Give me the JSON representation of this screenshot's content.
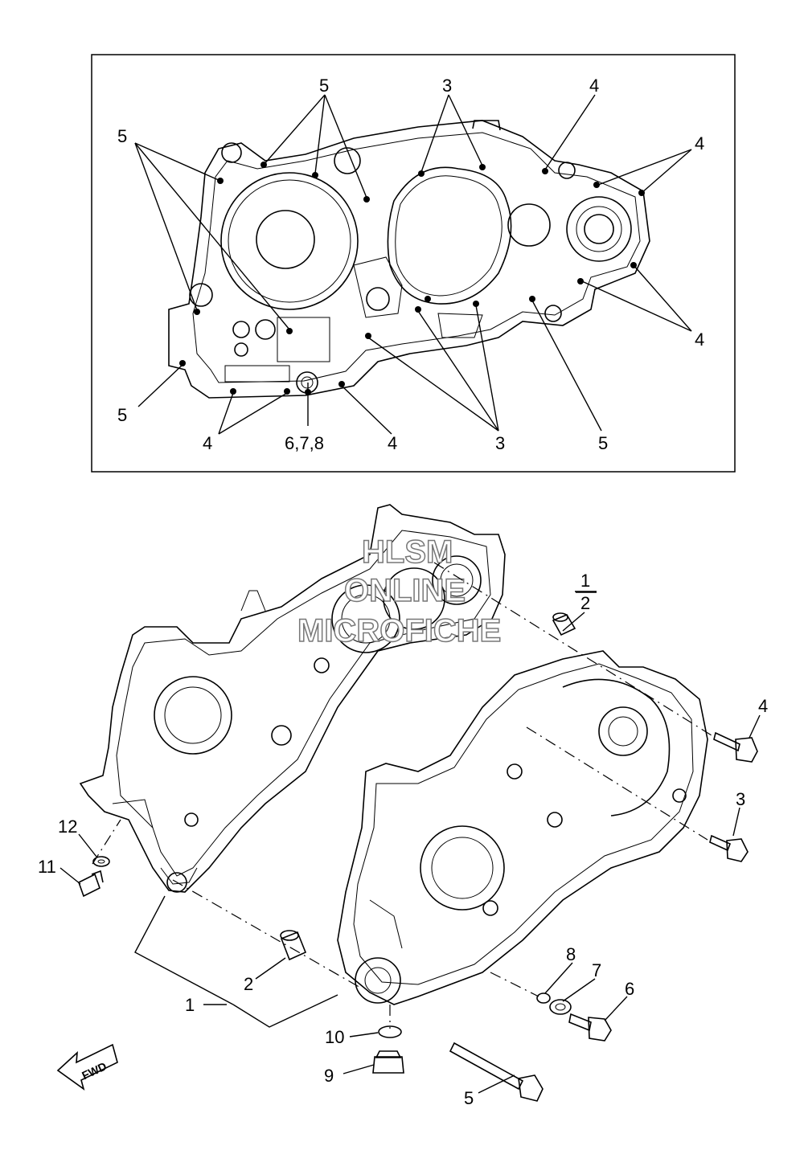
{
  "watermark": {
    "line1": "HLSM",
    "line2": "ONLINE",
    "line3": "MICROFICHE"
  },
  "fwd_arrow": {
    "text": "FWD"
  },
  "top_callouts": {
    "l5_top_center": "5",
    "l3_top": "3",
    "l4_top": "4",
    "l5_top_left": "5",
    "l4_right_top": "4",
    "l4_right_bottom": "4",
    "l5_left_bottom": "5",
    "l4_bottom_left": "4",
    "l678": "6,7,8",
    "l4_bottom_mid": "4",
    "l3_bottom": "3",
    "l5_bottom_right": "5"
  },
  "bottom_callouts": {
    "l1_fraction_num": "1",
    "l1_fraction_den": "2",
    "l4": "4",
    "l3": "3",
    "l12": "12",
    "l11": "11",
    "l8": "8",
    "l7": "7",
    "l6": "6",
    "l2": "2",
    "l1": "1",
    "l10": "10",
    "l9": "9",
    "l5": "5"
  }
}
